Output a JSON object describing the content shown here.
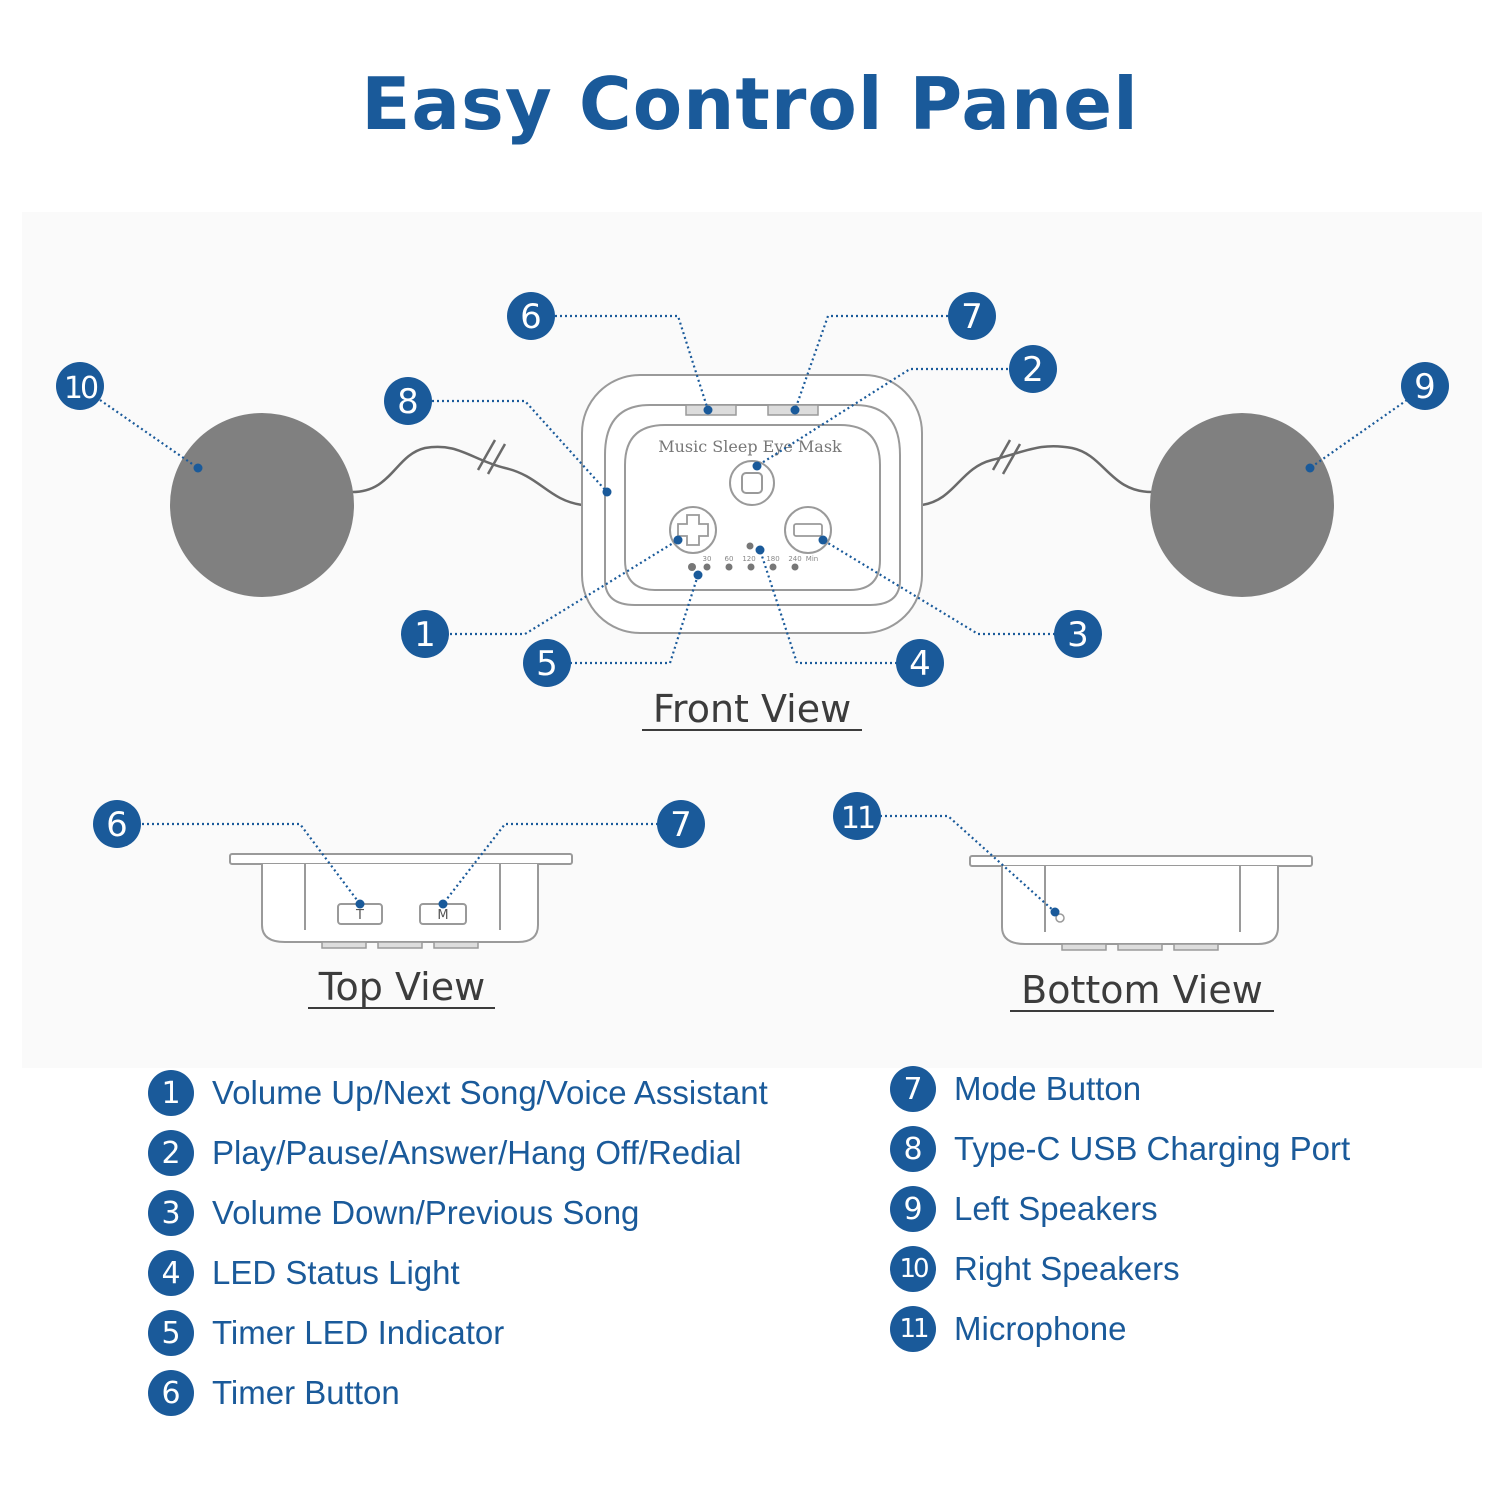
{
  "title": "Easy Control Panel",
  "colors": {
    "accent": "#1a5a9a",
    "speaker": "#808080",
    "outline": "#9a9a9a"
  },
  "views": {
    "front": "Front View",
    "top": "Top View",
    "bottom": "Bottom View"
  },
  "panel": {
    "label": "Music Sleep Eye Mask",
    "timer_ticks": [
      "30",
      "60",
      "120",
      "180",
      "240",
      "Min"
    ],
    "top_buttons": [
      "T",
      "M"
    ]
  },
  "callouts": [
    "1",
    "2",
    "3",
    "4",
    "5",
    "6",
    "7",
    "8",
    "9",
    "10",
    "11"
  ],
  "legend_left": [
    {
      "num": "1",
      "text": "Volume Up/Next Song/Voice Assistant"
    },
    {
      "num": "2",
      "text": "Play/Pause/Answer/Hang Off/Redial"
    },
    {
      "num": "3",
      "text": "Volume Down/Previous Song"
    },
    {
      "num": "4",
      "text": "LED Status Light"
    },
    {
      "num": "5",
      "text": "Timer LED Indicator"
    },
    {
      "num": "6",
      "text": "Timer Button"
    }
  ],
  "legend_right": [
    {
      "num": "7",
      "text": "Mode Button"
    },
    {
      "num": "8",
      "text": "Type-C USB Charging Port"
    },
    {
      "num": "9",
      "text": "Left Speakers"
    },
    {
      "num": "10",
      "text": "Right Speakers"
    },
    {
      "num": "11",
      "text": "Microphone"
    }
  ]
}
